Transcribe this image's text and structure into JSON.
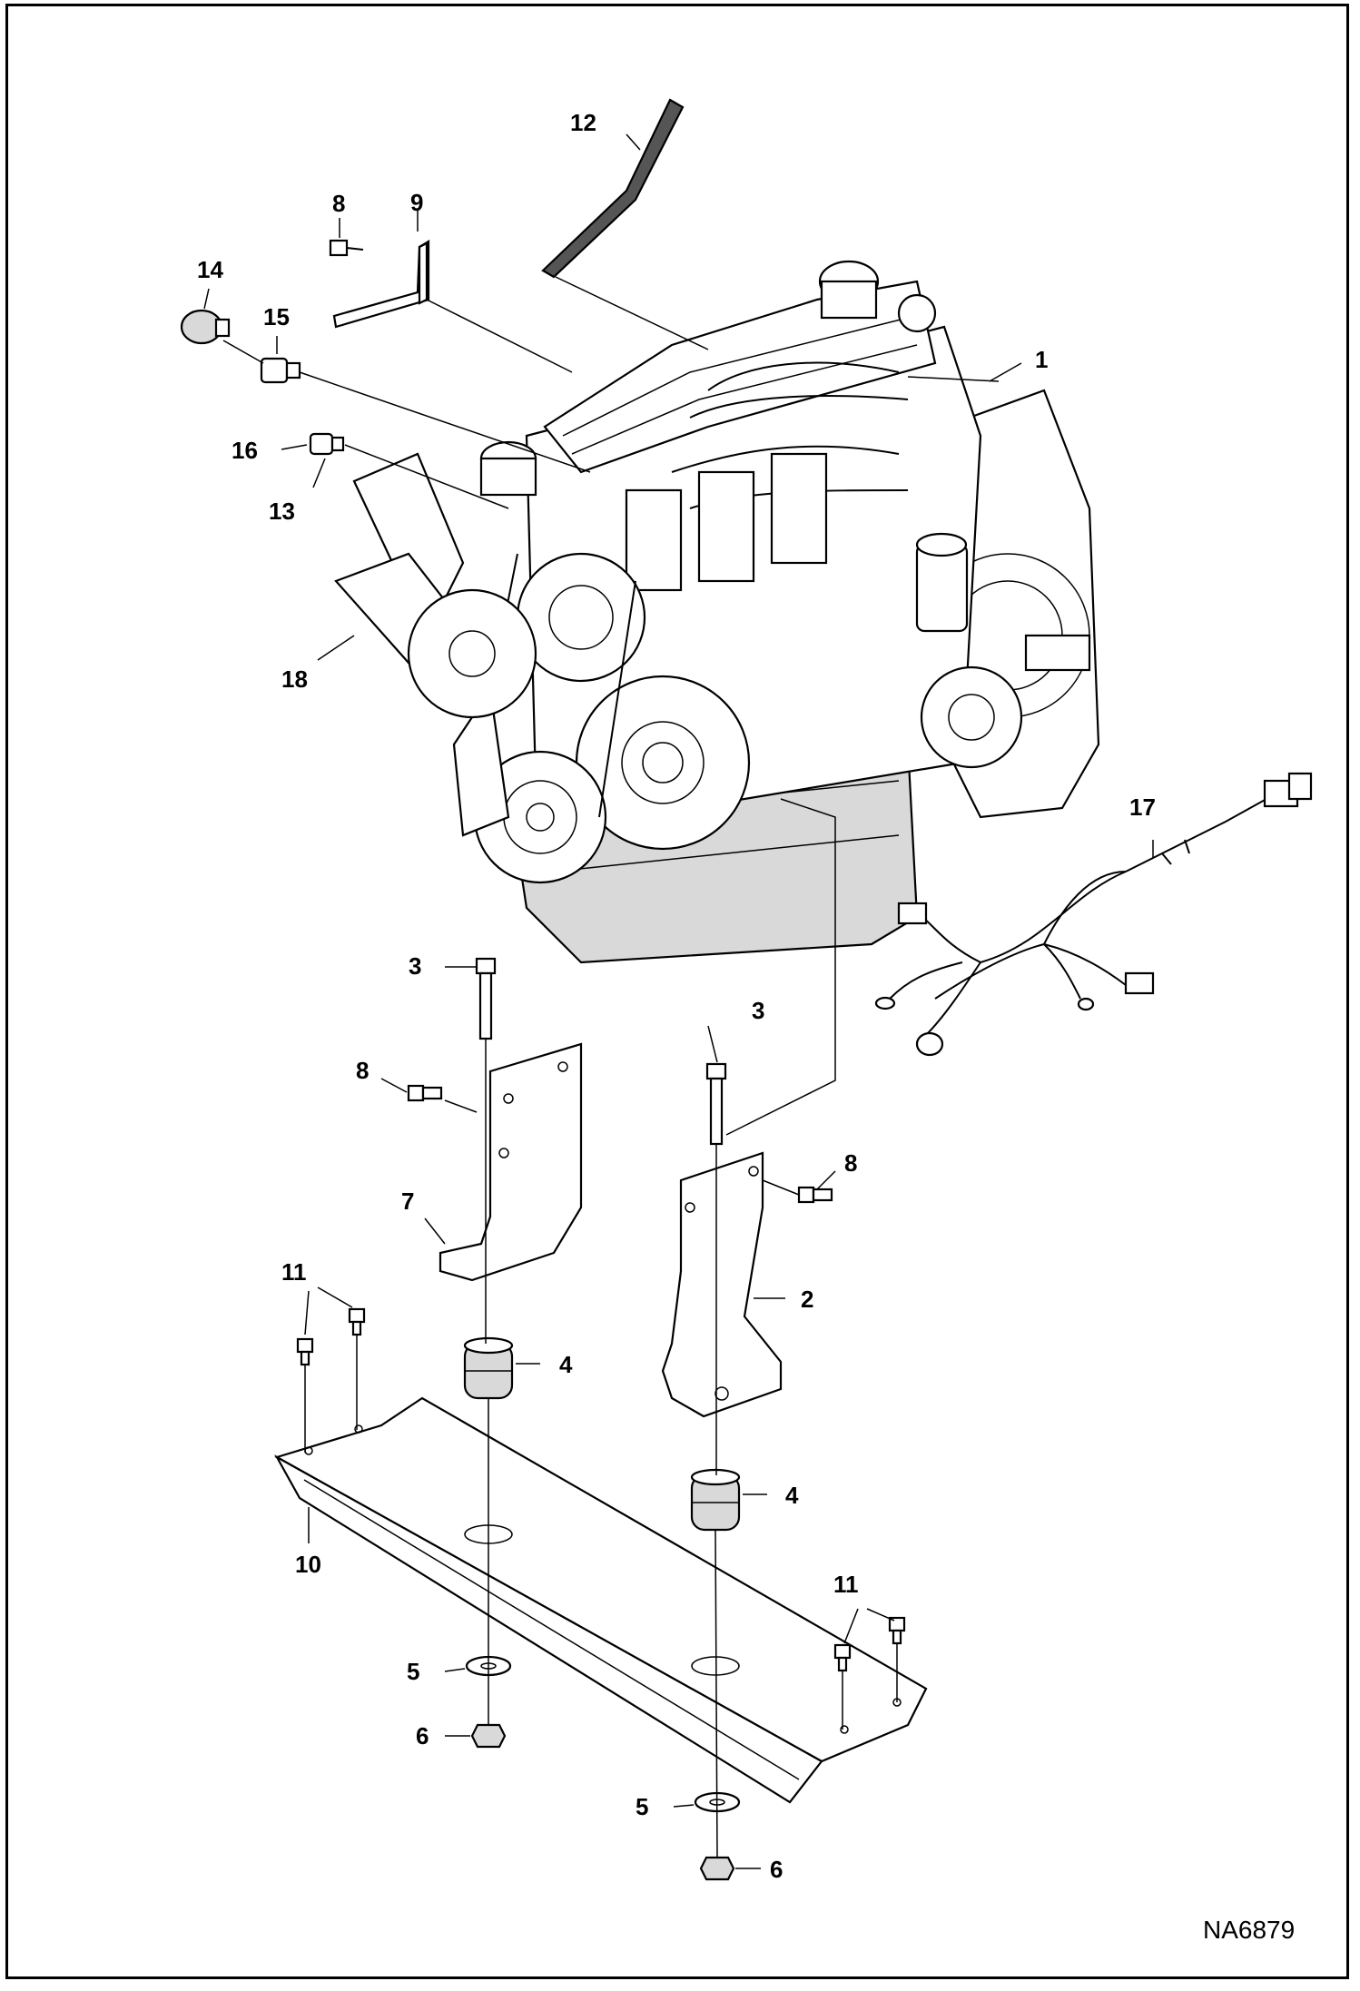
{
  "drawing_id": "NA6879",
  "callouts": {
    "c1": "1",
    "c2": "2",
    "c3a": "3",
    "c3b": "3",
    "c4a": "4",
    "c4b": "4",
    "c5a": "5",
    "c5b": "5",
    "c6a": "6",
    "c6b": "6",
    "c7": "7",
    "c8a": "8",
    "c8b": "8",
    "c8c": "8",
    "c9": "9",
    "c10": "10",
    "c11a": "11",
    "c11b": "11",
    "c12": "12",
    "c13": "13",
    "c14": "14",
    "c15": "15",
    "c16": "16",
    "c17": "17",
    "c18": "18"
  },
  "colors": {
    "line": "#000000",
    "background": "#ffffff",
    "shade": "#d9d9d9"
  }
}
